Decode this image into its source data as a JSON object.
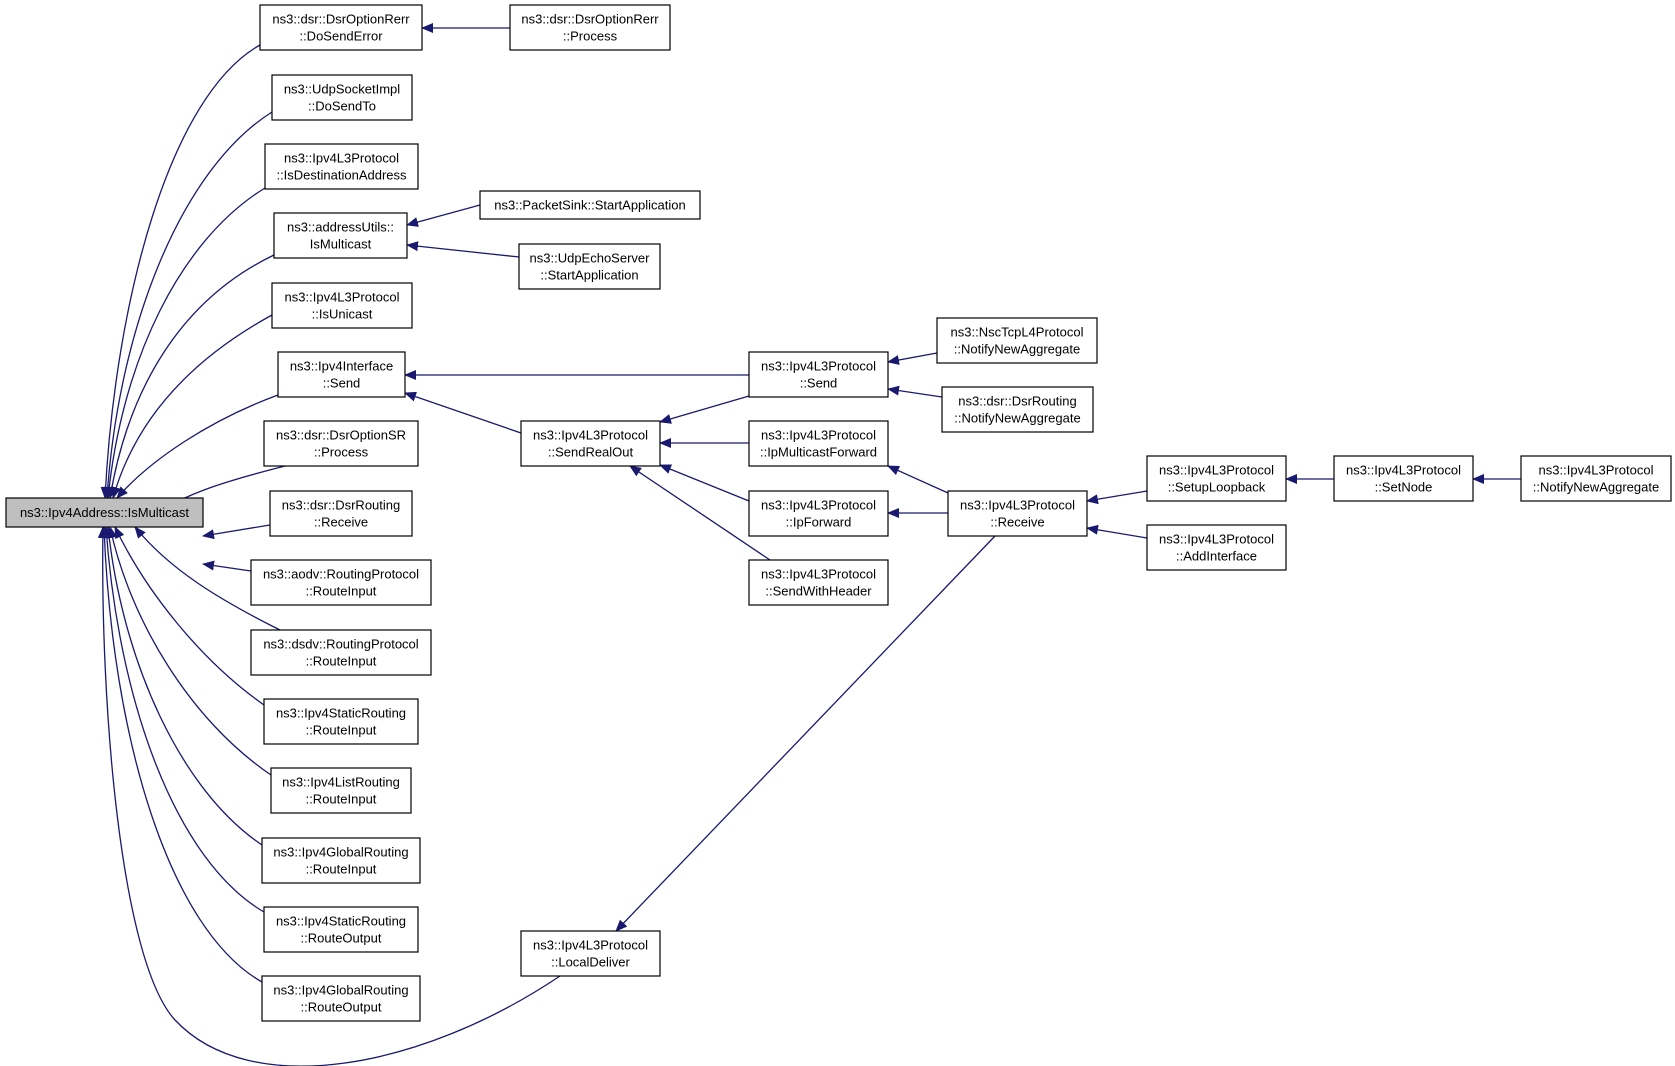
{
  "diagram": {
    "colors": {
      "edge": "#191970",
      "box_fill": "#ffffff",
      "box_stroke": "#000000",
      "root_fill": "#bfbfbf",
      "text": "#000000"
    },
    "nodes": [
      {
        "id": "root",
        "lines": [
          "ns3::Ipv4Address::IsMulticast"
        ],
        "root": true
      },
      {
        "id": "dsrerr_send",
        "lines": [
          "ns3::dsr::DsrOptionRerr",
          "::DoSendError"
        ]
      },
      {
        "id": "dsrerr_proc",
        "lines": [
          "ns3::dsr::DsrOptionRerr",
          "::Process"
        ]
      },
      {
        "id": "udp_sendto",
        "lines": [
          "ns3::UdpSocketImpl",
          "::DoSendTo"
        ]
      },
      {
        "id": "isdest",
        "lines": [
          "ns3::Ipv4L3Protocol",
          "::IsDestinationAddress"
        ]
      },
      {
        "id": "addrutils",
        "lines": [
          "ns3::addressUtils::",
          "IsMulticast"
        ]
      },
      {
        "id": "pktsink",
        "lines": [
          "ns3::PacketSink::StartApplication"
        ]
      },
      {
        "id": "udpecho",
        "lines": [
          "ns3::UdpEchoServer",
          "::StartApplication"
        ]
      },
      {
        "id": "isunicast",
        "lines": [
          "ns3::Ipv4L3Protocol",
          "::IsUnicast"
        ]
      },
      {
        "id": "iface_send",
        "lines": [
          "ns3::Ipv4Interface",
          "::Send"
        ]
      },
      {
        "id": "dsrsr_proc",
        "lines": [
          "ns3::dsr::DsrOptionSR",
          "::Process"
        ]
      },
      {
        "id": "dsrrouting_recv",
        "lines": [
          "ns3::dsr::DsrRouting",
          "::Receive"
        ]
      },
      {
        "id": "aodv_ri",
        "lines": [
          "ns3::aodv::RoutingProtocol",
          "::RouteInput"
        ]
      },
      {
        "id": "dsdv_ri",
        "lines": [
          "ns3::dsdv::RoutingProtocol",
          "::RouteInput"
        ]
      },
      {
        "id": "static_ri",
        "lines": [
          "ns3::Ipv4StaticRouting",
          "::RouteInput"
        ]
      },
      {
        "id": "list_ri",
        "lines": [
          "ns3::Ipv4ListRouting",
          "::RouteInput"
        ]
      },
      {
        "id": "global_ri",
        "lines": [
          "ns3::Ipv4GlobalRouting",
          "::RouteInput"
        ]
      },
      {
        "id": "static_ro",
        "lines": [
          "ns3::Ipv4StaticRouting",
          "::RouteOutput"
        ]
      },
      {
        "id": "global_ro",
        "lines": [
          "ns3::Ipv4GlobalRouting",
          "::RouteOutput"
        ]
      },
      {
        "id": "l3_sendreal",
        "lines": [
          "ns3::Ipv4L3Protocol",
          "::SendRealOut"
        ]
      },
      {
        "id": "l3_localdeliver",
        "lines": [
          "ns3::Ipv4L3Protocol",
          "::LocalDeliver"
        ]
      },
      {
        "id": "l3_send",
        "lines": [
          "ns3::Ipv4L3Protocol",
          "::Send"
        ]
      },
      {
        "id": "l3_ipmcast",
        "lines": [
          "ns3::Ipv4L3Protocol",
          "::IpMulticastForward"
        ]
      },
      {
        "id": "l3_ipfwd",
        "lines": [
          "ns3::Ipv4L3Protocol",
          "::IpForward"
        ]
      },
      {
        "id": "l3_sendhdr",
        "lines": [
          "ns3::Ipv4L3Protocol",
          "::SendWithHeader"
        ]
      },
      {
        "id": "nsc_nna",
        "lines": [
          "ns3::NscTcpL4Protocol",
          "::NotifyNewAggregate"
        ]
      },
      {
        "id": "dsr_nna",
        "lines": [
          "ns3::dsr::DsrRouting",
          "::NotifyNewAggregate"
        ]
      },
      {
        "id": "l3_receive",
        "lines": [
          "ns3::Ipv4L3Protocol",
          "::Receive"
        ]
      },
      {
        "id": "l3_setuploop",
        "lines": [
          "ns3::Ipv4L3Protocol",
          "::SetupLoopback"
        ]
      },
      {
        "id": "l3_addiface",
        "lines": [
          "ns3::Ipv4L3Protocol",
          "::AddInterface"
        ]
      },
      {
        "id": "l3_setnode",
        "lines": [
          "ns3::Ipv4L3Protocol",
          "::SetNode"
        ]
      },
      {
        "id": "l3_nna",
        "lines": [
          "ns3::Ipv4L3Protocol",
          "::NotifyNewAggregate"
        ]
      }
    ],
    "edges": [
      [
        "dsrerr_send",
        "root"
      ],
      [
        "udp_sendto",
        "root"
      ],
      [
        "isdest",
        "root"
      ],
      [
        "addrutils",
        "root"
      ],
      [
        "isunicast",
        "root"
      ],
      [
        "iface_send",
        "root"
      ],
      [
        "dsrsr_proc",
        "root"
      ],
      [
        "dsrrouting_recv",
        "root"
      ],
      [
        "aodv_ri",
        "root"
      ],
      [
        "dsdv_ri",
        "root"
      ],
      [
        "static_ri",
        "root"
      ],
      [
        "list_ri",
        "root"
      ],
      [
        "global_ri",
        "root"
      ],
      [
        "static_ro",
        "root"
      ],
      [
        "global_ro",
        "root"
      ],
      [
        "l3_localdeliver",
        "root"
      ],
      [
        "dsrerr_proc",
        "dsrerr_send"
      ],
      [
        "pktsink",
        "addrutils"
      ],
      [
        "udpecho",
        "addrutils"
      ],
      [
        "l3_send",
        "iface_send"
      ],
      [
        "l3_sendreal",
        "iface_send"
      ],
      [
        "l3_send",
        "l3_sendreal"
      ],
      [
        "l3_ipmcast",
        "l3_sendreal"
      ],
      [
        "l3_ipfwd",
        "l3_sendreal"
      ],
      [
        "l3_sendhdr",
        "l3_sendreal"
      ],
      [
        "nsc_nna",
        "l3_send"
      ],
      [
        "dsr_nna",
        "l3_send"
      ],
      [
        "l3_receive",
        "l3_ipmcast"
      ],
      [
        "l3_receive",
        "l3_ipfwd"
      ],
      [
        "l3_receive",
        "l3_localdeliver"
      ],
      [
        "l3_setuploop",
        "l3_receive"
      ],
      [
        "l3_addiface",
        "l3_receive"
      ],
      [
        "l3_setnode",
        "l3_setuploop"
      ],
      [
        "l3_nna",
        "l3_setnode"
      ]
    ]
  }
}
